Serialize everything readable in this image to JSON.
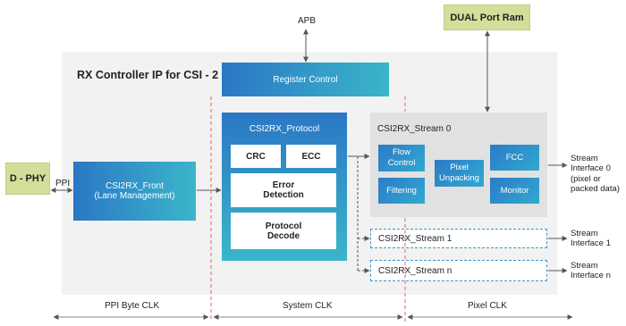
{
  "title": "RX Controller IP for CSI - 2",
  "dphy": "D - PHY",
  "ppi": "PPI",
  "dual_port_ram": "DUAL Port Ram",
  "apb": "APB",
  "register_control": "Register Control",
  "front": {
    "line1": "CSI2RX_Front",
    "line2": "(Lane Management)"
  },
  "protocol": {
    "title": "CSI2RX_Protocol",
    "crc": "CRC",
    "ecc": "ECC",
    "error_line1": "Error",
    "error_line2": "Detection",
    "decode_line1": "Protocol",
    "decode_line2": "Decode"
  },
  "stream0": {
    "title": "CSI2RX_Stream 0",
    "flow_line1": "Flow",
    "flow_line2": "Control",
    "filtering": "Filtering",
    "unpack_line1": "Pixel",
    "unpack_line2": "Unpacking",
    "fcc": "FCC",
    "monitor": "Monitor"
  },
  "stream1": "CSI2RX_Stream 1",
  "streamn": "CSI2RX_Stream n",
  "outputs": {
    "out0_line1": "Stream",
    "out0_line2": "Interface 0",
    "out0_line3": "(pixel or",
    "out0_line4": "packed data)",
    "out1_line1": "Stream",
    "out1_line2": "Interface 1",
    "outn_line1": "Stream",
    "outn_line2": "Interface n"
  },
  "clocks": {
    "ppi_byte": "PPI Byte CLK",
    "system": "System CLK",
    "pixel": "Pixel CLK"
  },
  "colors": {
    "blue_start": "#2b77c6",
    "blue_end": "#3ab6c9",
    "green_box": "#d5dd9a",
    "panel_gray": "#f2f2f2",
    "stream_gray": "#e1e1e1",
    "red_dash": "#e06666",
    "dashed_blue": "#3e95c9"
  }
}
